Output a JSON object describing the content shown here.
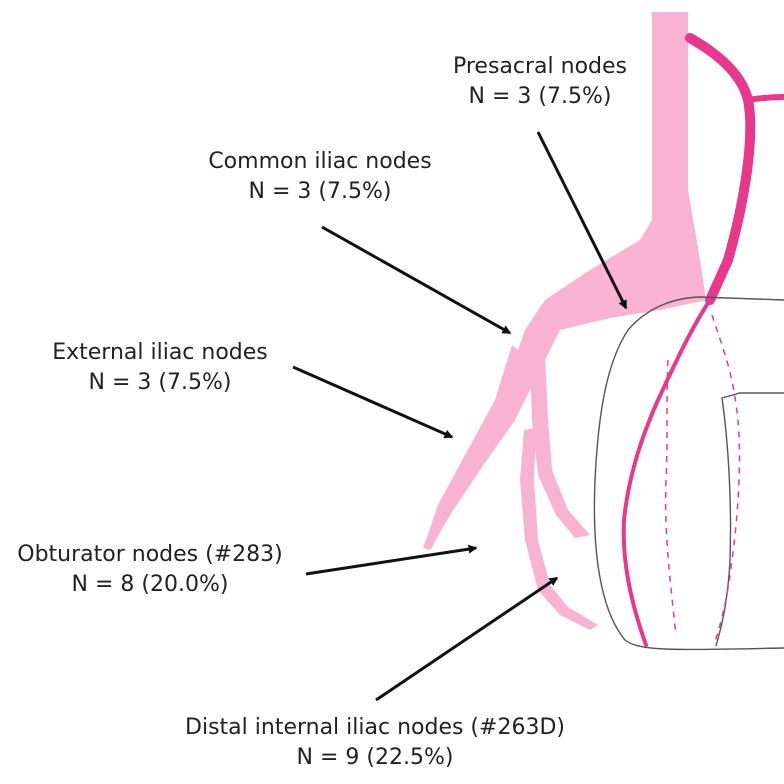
{
  "labels": {
    "presacral": {
      "name": "Presacral nodes",
      "count": "N = 3 (7.5%)"
    },
    "common_iliac": {
      "name": "Common iliac nodes",
      "count": "N = 3 (7.5%)"
    },
    "external_iliac": {
      "name": "External iliac nodes",
      "count": "N = 3 (7.5%)"
    },
    "obturator": {
      "name": "Obturator nodes (#283)",
      "count": "N = 8 (20.0%)"
    },
    "distal_internal_iliac": {
      "name": "Distal internal iliac nodes (#263D)",
      "count": "N = 9 (22.5%)"
    }
  },
  "colors": {
    "vessel_light": "#f7b3cf",
    "vessel_dark": "#e8388a",
    "outline": "#555555",
    "arrow": "#111111"
  }
}
